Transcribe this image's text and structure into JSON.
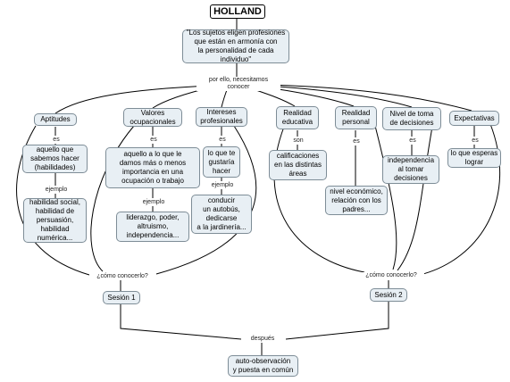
{
  "title": "HOLLAND",
  "quote": "\"Los sujetos eligen profesiones\nque están en armonía con\nla personalidad de cada\nindividuo\"",
  "link_main": "por ello, necesitamos\nconocer",
  "link_es": "es",
  "link_ejemplo": "ejemplo",
  "link_son": "son",
  "link_como": "¿cómo conocerlo?",
  "link_como2": "¿cómo conocerlo?",
  "link_despues": "después",
  "concepts": {
    "aptitudes": "Aptitudes",
    "valores": "Valores\nocupacionales",
    "intereses": "Intereses\nprofesionales",
    "realidad_educativa": "Realidad\neducativa",
    "realidad_personal": "Realidad\npersonal",
    "nivel_toma": "Nivel de toma\nde decisiones",
    "expectativas": "Expectativas"
  },
  "definitions": {
    "aptitudes": "aquello que\nsabemos hacer\n(habilidades)",
    "valores": "aquello a lo que le\ndamos más o menos\nimportancia en una\nocupación o trabajo",
    "intereses": "lo que te\ngustaría\nhacer",
    "realidad_educativa": "calificaciones\nen las distintas\náreas",
    "realidad_personal": "nivel económico,\nrelación con los\npadres...",
    "nivel_toma": "independencia\nal tomar\ndecisiones",
    "expectativas": "lo que esperas\nlograr"
  },
  "examples": {
    "aptitudes": "habilidad social,\nhabilidad de\npersuasión,\nhabilidad\nnumérica...",
    "valores": "liderazgo, poder,\naltruismo,\nindependencia...",
    "intereses": "conducir\nun autobús,\ndedicarse\na la jardinería..."
  },
  "sessions": {
    "s1": "Sesión 1",
    "s2": "Sesión 2"
  },
  "final": "auto-observación\ny puesta en común",
  "colors": {
    "node_fill": "#e8eff4",
    "node_border": "#7e8d97",
    "line": "#000000"
  }
}
